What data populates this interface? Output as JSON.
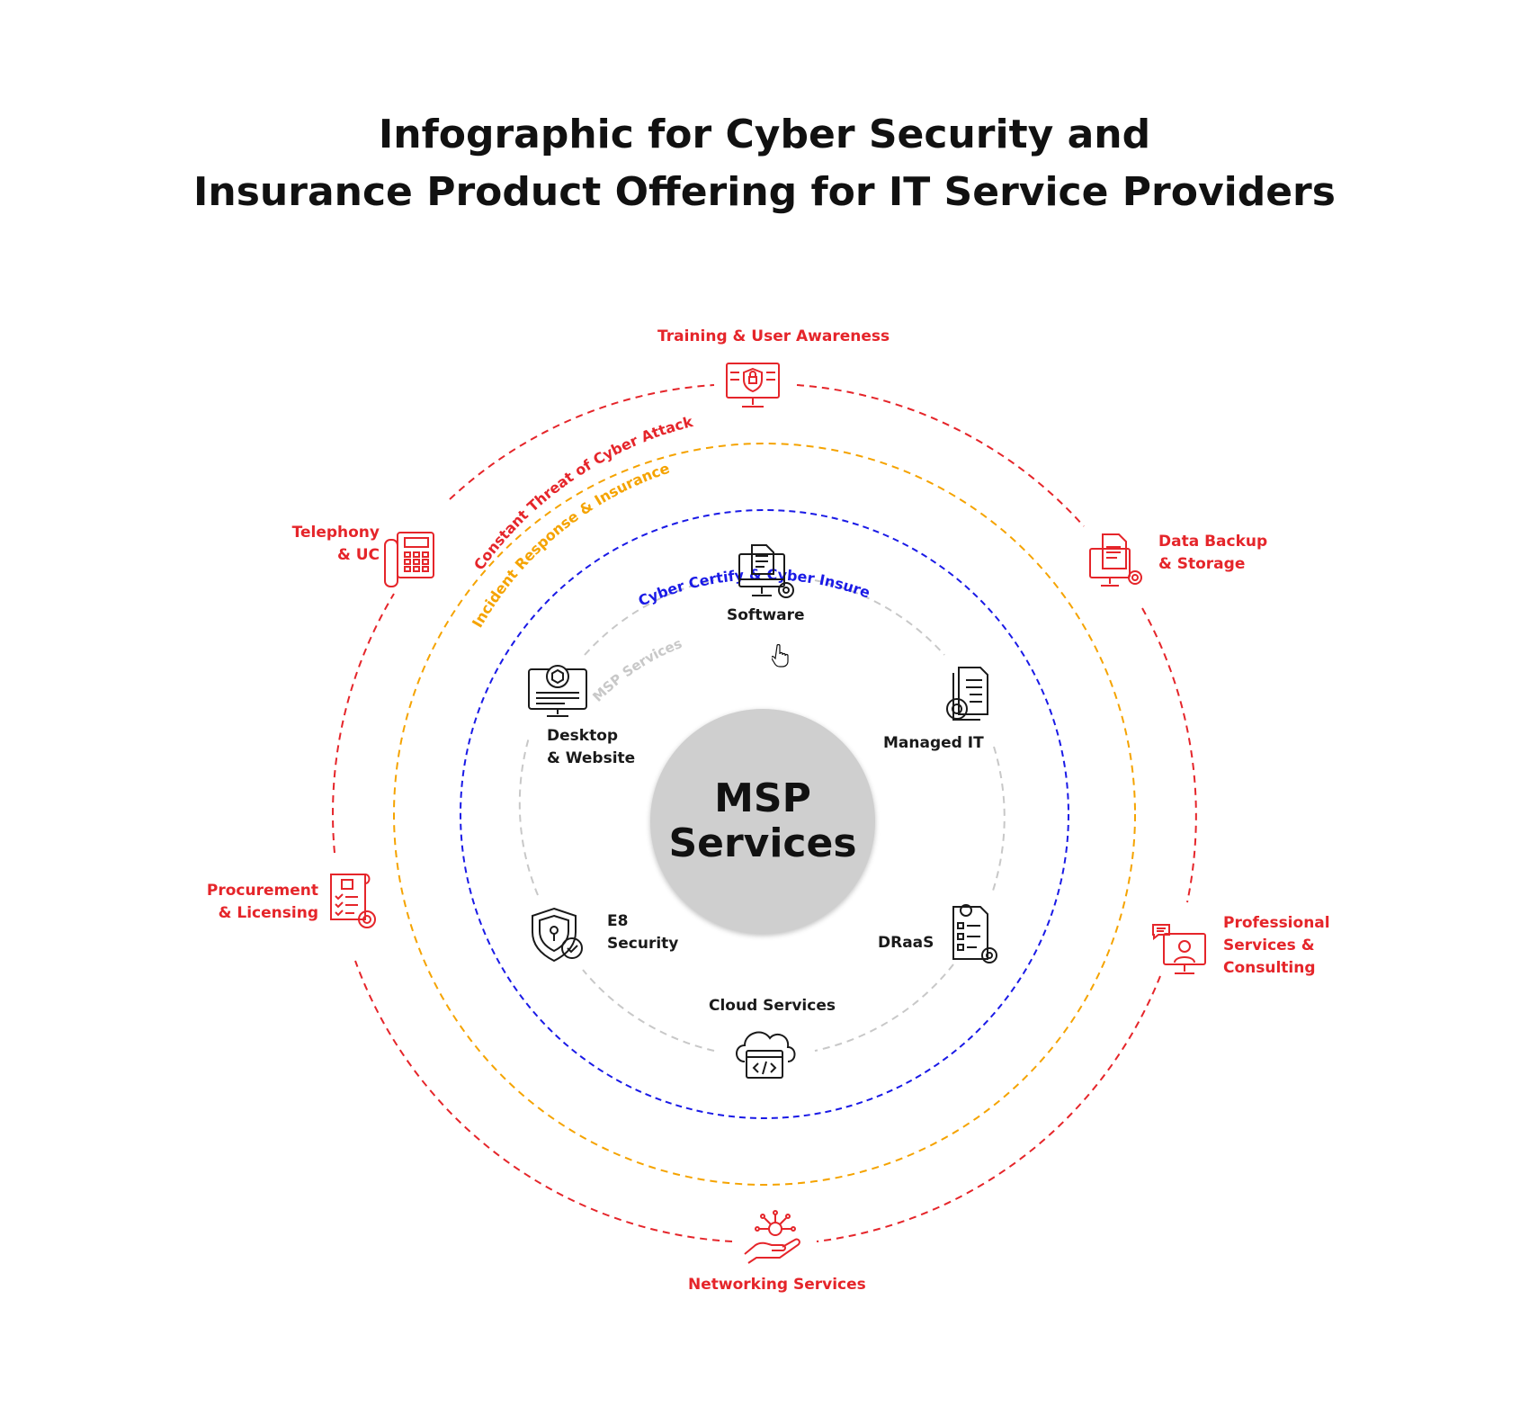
{
  "title": {
    "line1": "Infographic for Cyber Security and",
    "line2": "Insurance Product Offering for IT Service Providers"
  },
  "colors": {
    "red": "#e5252a",
    "orange": "#f5a300",
    "blue": "#1a1ae6",
    "gray": "#c8c8c8",
    "hub": "#cfcfcf"
  },
  "rings": {
    "outer": "Constant Threat of Cyber Attack",
    "orange": "Incident Response & Insurance",
    "blue": "Cyber Certify & Cyber Insure",
    "inner": "MSP Services"
  },
  "hub": {
    "line1": "MSP",
    "line2": "Services"
  },
  "outer_items": {
    "training": {
      "label": "Training & User Awareness",
      "icon": "shield-monitor-icon"
    },
    "data_backup": {
      "line1": "Data Backup",
      "line2": "& Storage",
      "icon": "document-monitor-gear-icon"
    },
    "professional": {
      "line1": "Professional",
      "line2": "Services &",
      "line3": "Consulting",
      "icon": "consultant-monitor-icon"
    },
    "networking": {
      "label": "Networking Services",
      "icon": "hand-network-icon"
    },
    "procurement": {
      "line1": "Procurement",
      "line2": "& Licensing",
      "icon": "invoice-gear-icon"
    },
    "telephony": {
      "line1": "Telephony",
      "line2": "& UC",
      "icon": "desk-phone-icon"
    }
  },
  "inner_items": {
    "software": {
      "label": "Software",
      "icon": "computer-gear-icon"
    },
    "managed_it": {
      "label": "Managed IT",
      "icon": "documents-gear-icon"
    },
    "draas": {
      "label": "DRaaS",
      "icon": "checklist-gear-icon"
    },
    "cloud": {
      "label": "Cloud Services",
      "icon": "cloud-code-icon"
    },
    "e8": {
      "line1": "E8",
      "line2": "Security",
      "icon": "shield-lock-gear-icon"
    },
    "desktop": {
      "line1": "Desktop",
      "line2": "& Website",
      "icon": "monitor-hexagon-icon"
    }
  }
}
